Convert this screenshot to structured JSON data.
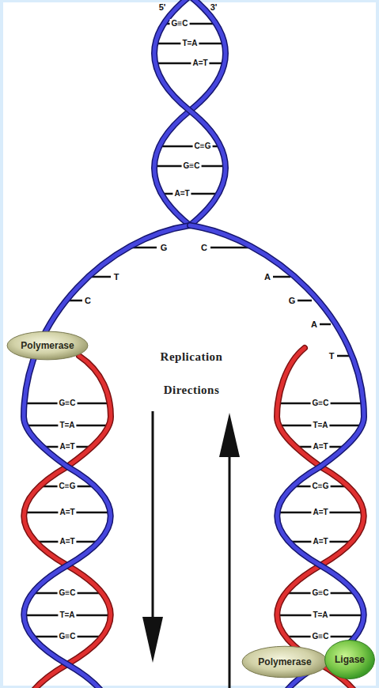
{
  "diagram": {
    "nodes": [
      {
        "text": [
          "Polymerase"
        ]
      },
      {
        "text": [
          "Polymerase"
        ]
      },
      {
        "text": [
          "Ligase"
        ]
      }
    ],
    "labels": [
      "5'",
      "3'",
      "G≡C",
      "T=A",
      "A=T",
      "C≡G",
      "G≡C",
      "A=T",
      "G",
      "T",
      "C",
      "C",
      "A",
      "G",
      "A",
      "T",
      "Replication Directions",
      "G≡C",
      "T=A",
      "A=T",
      "C≡G",
      "A=T",
      "A=T",
      "G≡C",
      "T=A",
      "G≡C",
      "G≡C",
      "T=A",
      "A=T",
      "C≡G",
      "A=T",
      "A=T",
      "G≡C",
      "T=A",
      "G≡C"
    ]
  }
}
